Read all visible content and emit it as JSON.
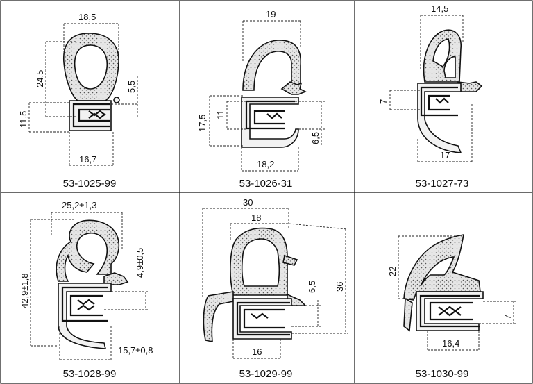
{
  "cells": [
    {
      "code": "53-1025-99",
      "dims": [
        "18,5",
        "24,5",
        "5,5",
        "11,5",
        "16,7"
      ]
    },
    {
      "code": "53-1026-31",
      "dims": [
        "19",
        "17,5",
        "11",
        "6,5",
        "18,2"
      ]
    },
    {
      "code": "53-1027-73",
      "dims": [
        "14,5",
        "7",
        "17"
      ]
    },
    {
      "code": "53-1028-99",
      "dims": [
        "25,2±1,3",
        "42,9±1,8",
        "4,9±0,5",
        "15,7±0,8"
      ]
    },
    {
      "code": "53-1029-99",
      "dims": [
        "30",
        "18",
        "36",
        "6,5",
        "16"
      ]
    },
    {
      "code": "53-1030-99",
      "dims": [
        "22",
        "7",
        "16,4"
      ]
    }
  ],
  "colors": {
    "line": "#111111",
    "foam": "#d9d9d9",
    "solid": "#f2f2f2"
  }
}
